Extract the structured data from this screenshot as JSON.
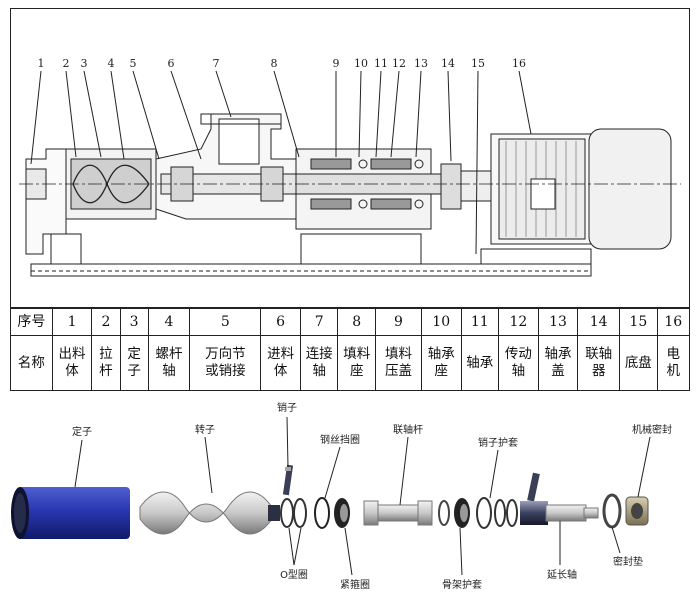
{
  "drawing": {
    "callouts": [
      "1",
      "2",
      "3",
      "4",
      "5",
      "6",
      "7",
      "8",
      "9",
      "10",
      "11",
      "12",
      "13",
      "14",
      "15",
      "16"
    ]
  },
  "table": {
    "row1": [
      "序号",
      "1",
      "2",
      "3",
      "4",
      "5",
      "6",
      "7",
      "8",
      "9",
      "10",
      "11",
      "12",
      "13",
      "14",
      "15",
      "16"
    ],
    "row2": [
      "名称",
      "出料\n体",
      "拉\n杆",
      "定\n子",
      "螺杆\n轴",
      "万向节\n或销接",
      "进料\n体",
      "连接\n轴",
      "填料\n座",
      "填料\n压盖",
      "轴承\n座",
      "轴承",
      "传动\n轴",
      "轴承\n盖",
      "联轴\n器",
      "底盘",
      "电\n机"
    ]
  },
  "exploded": {
    "labels": {
      "stator": "定子",
      "rotor": "转子",
      "pin": "销子",
      "wire_ring": "钢丝挡圈",
      "coupling_rod": "联轴杆",
      "pin_sleeve": "销子护套",
      "mech_seal": "机械密封",
      "o_ring": "O型圈",
      "clamp_ring": "紧箍圈",
      "frame_sleeve": "骨架护套",
      "ext_shaft": "延长轴",
      "gasket": "密封垫"
    }
  }
}
